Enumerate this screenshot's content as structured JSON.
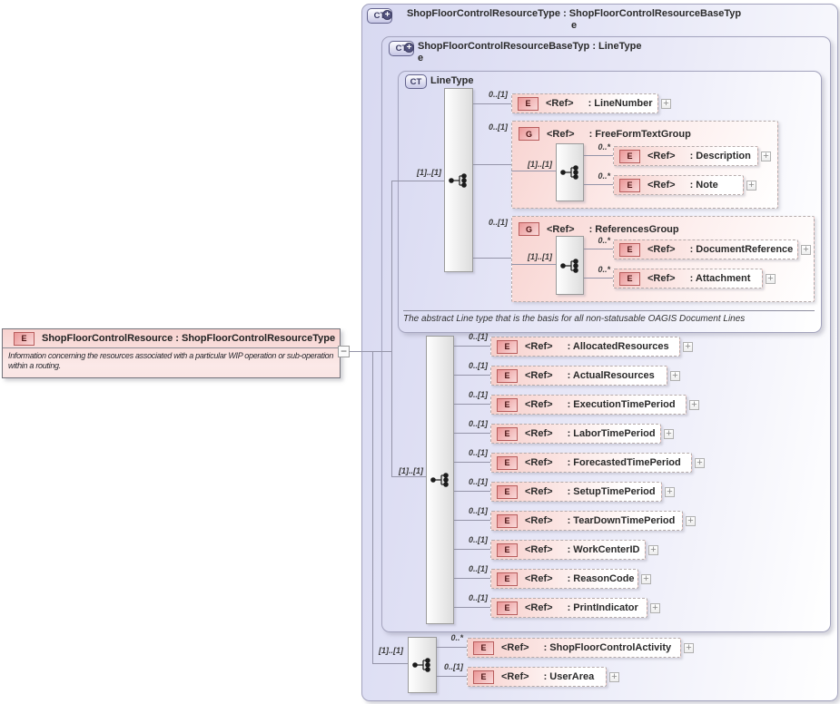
{
  "glyphs": {
    "plus": "+",
    "minus": "−"
  },
  "icons": {
    "element": "E",
    "group": "G",
    "complex_type": "CT"
  },
  "colors": {
    "lavender_box": "#dadbf2",
    "pink_element": "#f6cfcb",
    "type_border": "#a3a3bd",
    "element_icon_border": "#b85c5c",
    "connector_line": "#9494a8"
  },
  "root_element": {
    "title": "ShopFloorControlResource : ShopFloorControlResourceType",
    "description": "Information concerning the resources associated with a particular WIP operation or sub-operation within a routing."
  },
  "outer_type": {
    "title_lines": [
      "ShopFloorControlResourceType : ShopFloorControlResourceBaseTyp",
      "e"
    ]
  },
  "base_type": {
    "title_lines": [
      "ShopFloorControlResourceBaseTyp : LineType",
      "e"
    ]
  },
  "line_type": {
    "title": "LineType",
    "annotation": "The abstract Line type that is the basis for all non-statusable OAGIS Document Lines",
    "seq_label": "[1]..[1]",
    "line_number": {
      "card": "0..[1]",
      "ref": "<Ref>",
      "name": ": LineNumber"
    },
    "freeform_group": {
      "card": "0..[1]",
      "ref": "<Ref>",
      "name": ": FreeFormTextGroup",
      "seq_label": "[1]..[1]",
      "children": [
        {
          "card": "0..*",
          "ref": "<Ref>",
          "name": ": Description"
        },
        {
          "card": "0..*",
          "ref": "<Ref>",
          "name": ": Note"
        }
      ]
    },
    "references_group": {
      "card": "0..[1]",
      "ref": "<Ref>",
      "name": ": ReferencesGroup",
      "seq_label": "[1]..[1]",
      "children": [
        {
          "card": "0..*",
          "ref": "<Ref>",
          "name": ": DocumentReference"
        },
        {
          "card": "0..*",
          "ref": "<Ref>",
          "name": ": Attachment"
        }
      ]
    }
  },
  "base_children": {
    "seq_label": "[1]..[1]",
    "items": [
      {
        "card": "0..[1]",
        "ref": "<Ref>",
        "name": ": AllocatedResources"
      },
      {
        "card": "0..[1]",
        "ref": "<Ref>",
        "name": ": ActualResources"
      },
      {
        "card": "0..[1]",
        "ref": "<Ref>",
        "name": ": ExecutionTimePeriod"
      },
      {
        "card": "0..[1]",
        "ref": "<Ref>",
        "name": ": LaborTimePeriod"
      },
      {
        "card": "0..[1]",
        "ref": "<Ref>",
        "name": ": ForecastedTimePeriod"
      },
      {
        "card": "0..[1]",
        "ref": "<Ref>",
        "name": ": SetupTimePeriod"
      },
      {
        "card": "0..[1]",
        "ref": "<Ref>",
        "name": ": TearDownTimePeriod"
      },
      {
        "card": "0..[1]",
        "ref": "<Ref>",
        "name": ": WorkCenterID"
      },
      {
        "card": "0..[1]",
        "ref": "<Ref>",
        "name": ": ReasonCode"
      },
      {
        "card": "0..[1]",
        "ref": "<Ref>",
        "name": ": PrintIndicator"
      }
    ]
  },
  "outer_children": {
    "seq_label": "[1]..[1]",
    "items": [
      {
        "card": "0..*",
        "ref": "<Ref>",
        "name": ": ShopFloorControlActivity"
      },
      {
        "card": "0..[1]",
        "ref": "<Ref>",
        "name": ": UserArea"
      }
    ]
  }
}
